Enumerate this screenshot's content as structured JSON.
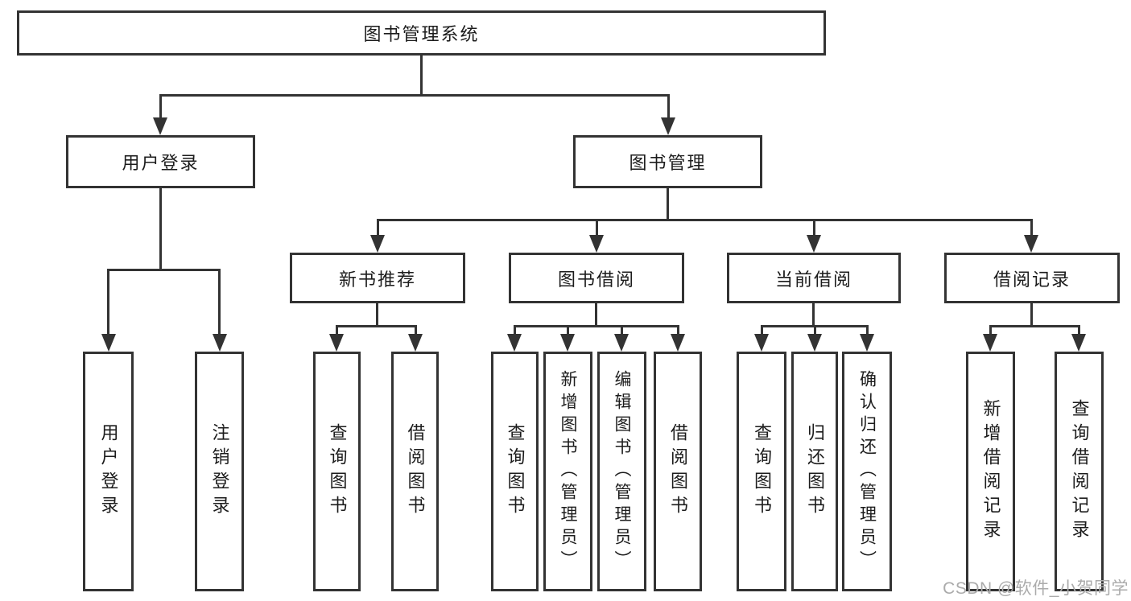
{
  "diagram": {
    "root": "图书管理系统",
    "level2": [
      "用户登录",
      "图书管理"
    ],
    "level3": [
      "新书推荐",
      "图书借阅",
      "当前借阅",
      "借阅记录"
    ],
    "leaves": {
      "user_login": [
        "用户登录",
        "注销登录"
      ],
      "new_books": [
        "查询图书",
        "借阅图书"
      ],
      "borrowing": [
        "查询图书",
        "新增图书（管理员）",
        "编辑图书（管理员）",
        "借阅图书"
      ],
      "current": [
        "查询图书",
        "归还图书",
        "确认归还（管理员）"
      ],
      "records": [
        "新增借阅记录",
        "查询借阅记录"
      ]
    },
    "watermark": "CSDN @软件_小贺同学",
    "colors": {
      "line": "#333333",
      "box_border": "#333333",
      "text": "#1c1c1c",
      "background": "#ffffff",
      "watermark": "#ababab"
    }
  }
}
